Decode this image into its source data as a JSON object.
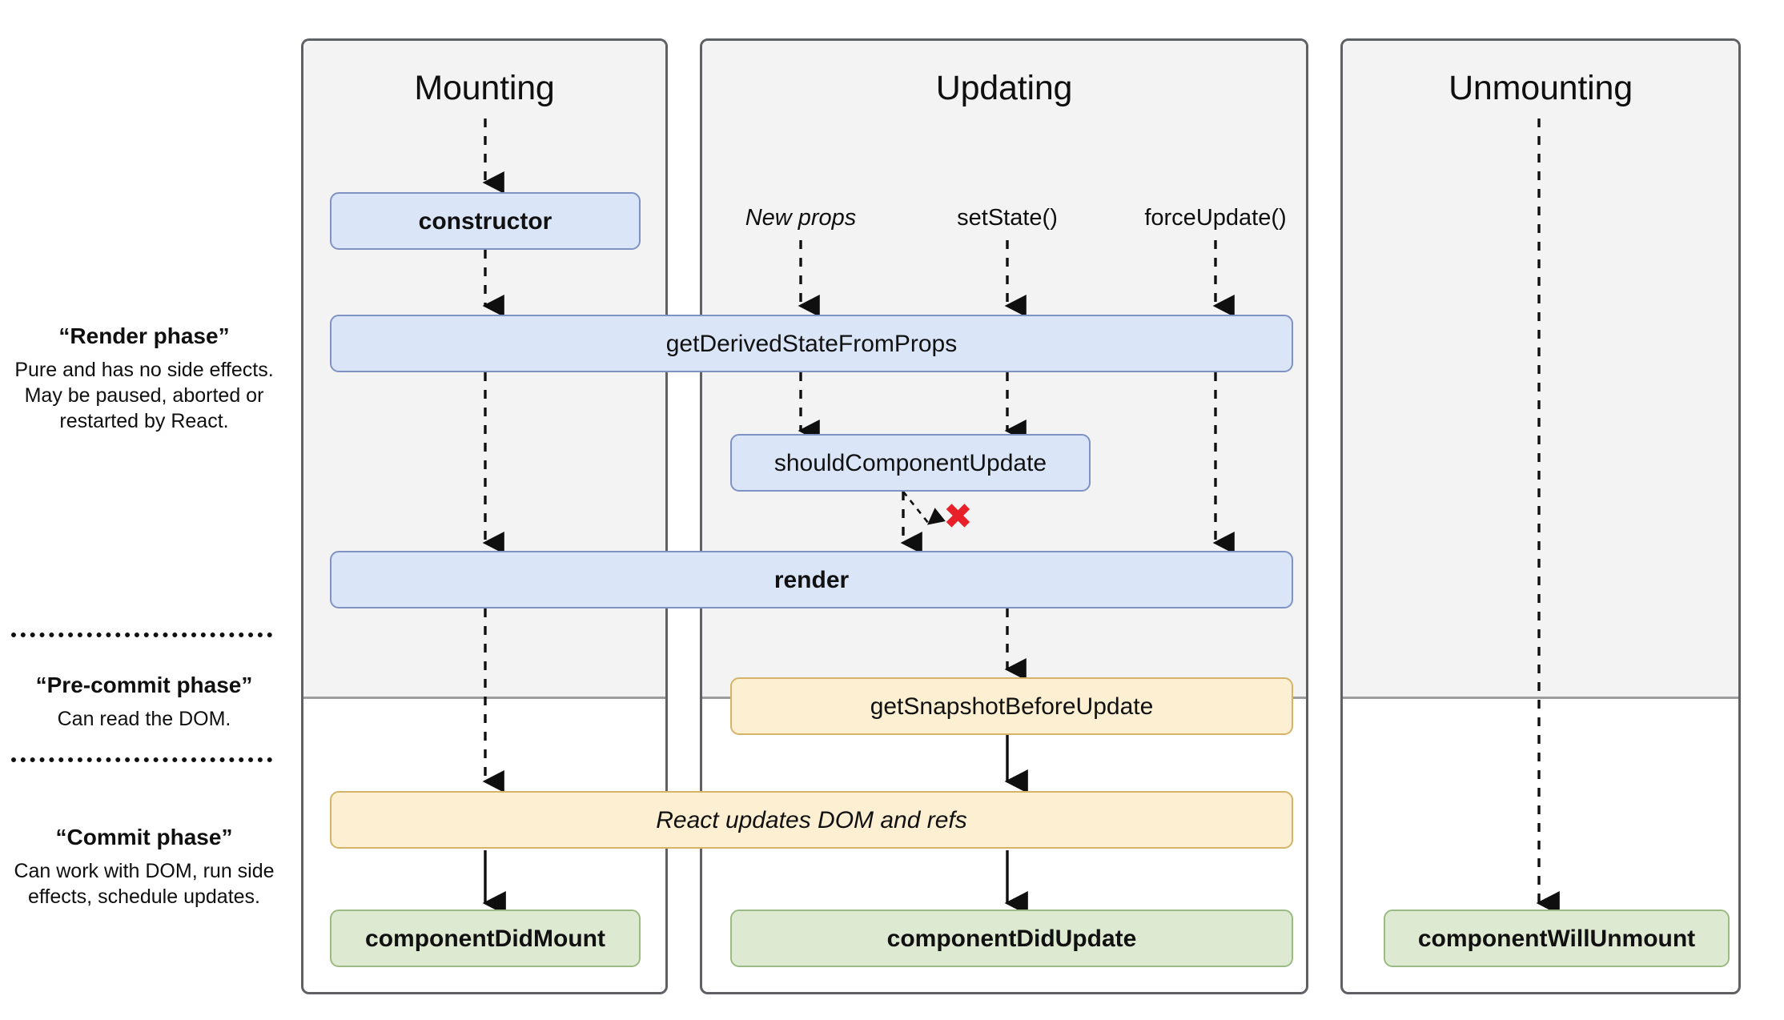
{
  "diagram": {
    "title": "React component lifecycle diagram",
    "colors": {
      "blue_fill": "#dbe5f8",
      "blue_border": "#7e93c4",
      "yellow_fill": "#fcefd2",
      "yellow_border": "#d5b469",
      "green_fill": "#dde9d1",
      "green_border": "#9cbb84",
      "panel_shade": "#f3f3f3",
      "panel_border": "#5f6063",
      "x_mark": "#e8202a"
    }
  },
  "columns": [
    {
      "id": "mounting",
      "title": "Mounting"
    },
    {
      "id": "updating",
      "title": "Updating"
    },
    {
      "id": "unmounting",
      "title": "Unmounting"
    }
  ],
  "legend": [
    {
      "id": "render-phase",
      "title": "“Render phase”",
      "description": "Pure and has no side effects. May be paused, aborted or restarted by React."
    },
    {
      "id": "pre-commit-phase",
      "title": "“Pre-commit phase”",
      "description": "Can read the DOM."
    },
    {
      "id": "commit-phase",
      "title": "“Commit phase”",
      "description": "Can work with DOM, run side effects, schedule updates."
    }
  ],
  "triggers": [
    {
      "id": "new-props",
      "label": "New props",
      "style": "italic"
    },
    {
      "id": "set-state",
      "label": "setState()",
      "style": "normal"
    },
    {
      "id": "force-update",
      "label": "forceUpdate()",
      "style": "normal"
    }
  ],
  "nodes": [
    {
      "id": "constructor",
      "label": "constructor",
      "color": "blue",
      "weight": "bold",
      "column": "mounting"
    },
    {
      "id": "get-derived-state-from-props",
      "label": "getDerivedStateFromProps",
      "color": "blue",
      "weight": "normal",
      "column": "mounting+updating"
    },
    {
      "id": "should-component-update",
      "label": "shouldComponentUpdate",
      "color": "blue",
      "weight": "normal",
      "column": "updating"
    },
    {
      "id": "render",
      "label": "render",
      "color": "blue",
      "weight": "bold",
      "column": "mounting+updating"
    },
    {
      "id": "get-snapshot-before-update",
      "label": "getSnapshotBeforeUpdate",
      "color": "yellow",
      "weight": "normal",
      "column": "updating"
    },
    {
      "id": "react-updates-dom-and-refs",
      "label": "React updates DOM and refs",
      "color": "yellow",
      "weight": "italic",
      "column": "mounting+updating"
    },
    {
      "id": "component-did-mount",
      "label": "componentDidMount",
      "color": "green",
      "weight": "bold",
      "column": "mounting"
    },
    {
      "id": "component-did-update",
      "label": "componentDidUpdate",
      "color": "green",
      "weight": "bold",
      "column": "updating"
    },
    {
      "id": "component-will-unmount",
      "label": "componentWillUnmount",
      "color": "green",
      "weight": "bold",
      "column": "unmounting"
    }
  ],
  "annotations": [
    {
      "id": "skip-update-x",
      "glyph": "✖",
      "meaning": "shouldComponentUpdate returns false, update is skipped"
    }
  ]
}
